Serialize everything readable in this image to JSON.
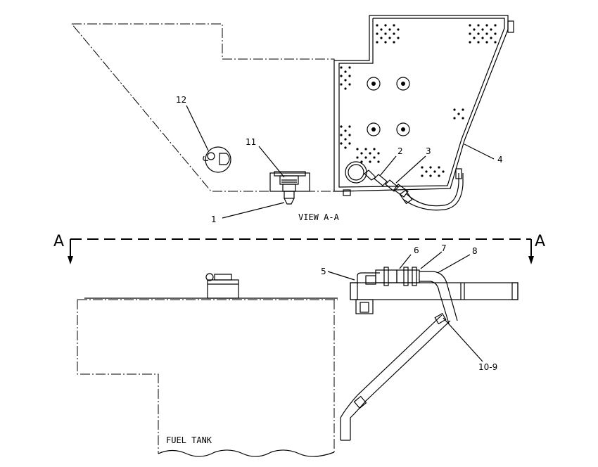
{
  "view_label": "VIEW A-A",
  "tank_label": "FUEL TANK",
  "section_marker_left": "A",
  "section_marker_right": "A",
  "callouts": {
    "c1": "1",
    "c2": "2",
    "c3": "3",
    "c4": "4",
    "c5": "5",
    "c6": "6",
    "c7": "7",
    "c8": "8",
    "c10_9": "10-9",
    "c11": "11",
    "c12": "12"
  }
}
